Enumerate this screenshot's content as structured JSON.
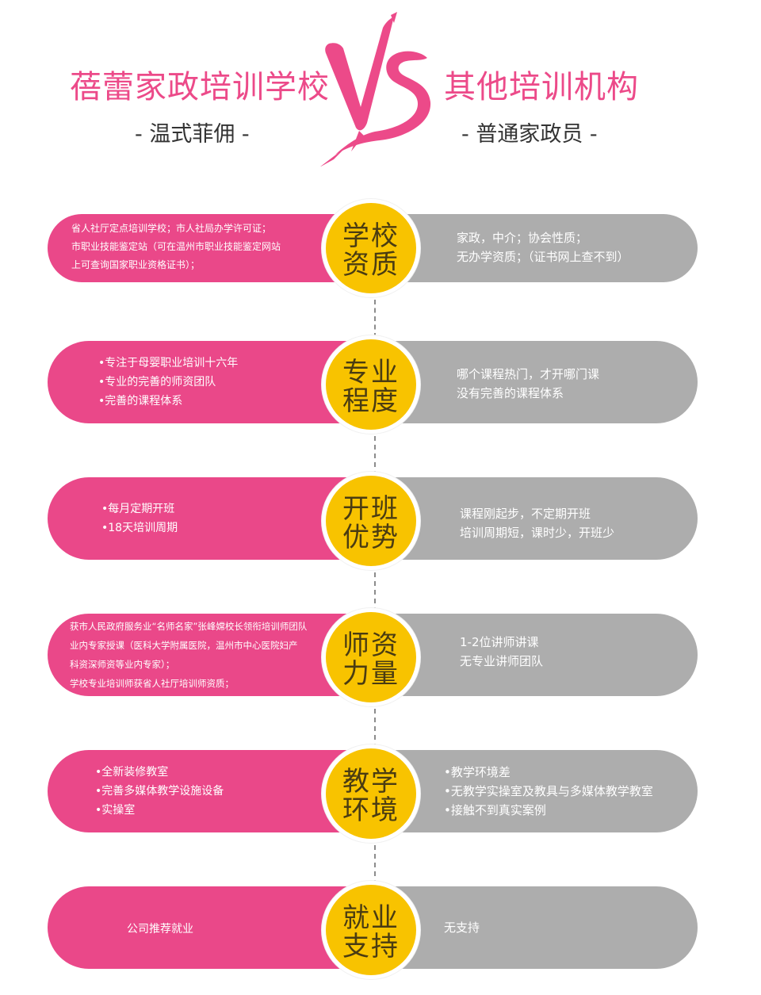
{
  "header": {
    "left_title": "蓓蕾家政培训学校",
    "left_subtitle": "- 温式菲佣 -",
    "right_title": "其他培训机构",
    "right_subtitle": "- 普通家政员 -",
    "vs_mark": "VS",
    "accent_color": "#ec4a89"
  },
  "colors": {
    "left_pill": "#ea4889",
    "right_pill": "#adadad",
    "circle": "#f8c300"
  },
  "rows": [
    {
      "category": [
        "学校",
        "资质"
      ],
      "left": [
        "省人社厅定点培训学校；市人社局办学许可证；",
        "市职业技能鉴定站（可在温州市职业技能鉴定网站",
        "上可查询国家职业资格证书）；"
      ],
      "right": [
        "家政，中介；协会性质；",
        "无办学资质；（证书网上查不到）"
      ]
    },
    {
      "category": [
        "专业",
        "程度"
      ],
      "left": [
        "•专注于母婴职业培训十六年",
        "•专业的完善的师资团队",
        "•完善的课程体系"
      ],
      "right": [
        "哪个课程热门，才开哪门课",
        "没有完善的课程体系"
      ]
    },
    {
      "category": [
        "开班",
        "优势"
      ],
      "left": [
        "•每月定期开班",
        "•18天培训周期"
      ],
      "right": [
        "课程刚起步，不定期开班",
        "培训周期短，课时少，开班少"
      ]
    },
    {
      "category": [
        "师资",
        "力量"
      ],
      "left": [
        "获市人民政府服务业“名师名家”张峰嫦校长领衔培训师团队",
        "业内专家授课（医科大学附属医院，温州市中心医院妇产",
        "科资深师资等业内专家）；",
        "学校专业培训师获省人社厅培训师资质；"
      ],
      "right": [
        "1-2位讲师讲课",
        "无专业讲师团队"
      ]
    },
    {
      "category": [
        "教学",
        "环境"
      ],
      "left": [
        "•全新装修教室",
        "•完善多媒体教学设施设备",
        "•实操室"
      ],
      "right": [
        "•教学环境差",
        "•无教学实操室及教具与多媒体教学教室",
        "•接触不到真实案例"
      ]
    },
    {
      "category": [
        "就业",
        "支持"
      ],
      "left": [
        "公司推荐就业"
      ],
      "right": [
        "无支持"
      ]
    }
  ]
}
